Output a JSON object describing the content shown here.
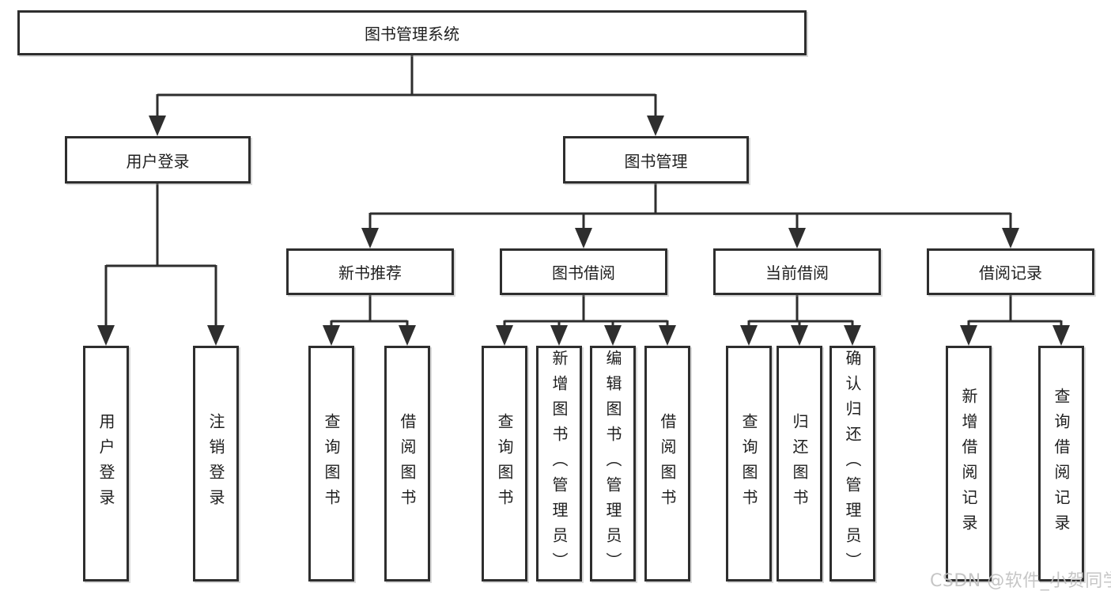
{
  "diagram": {
    "type": "feature-tree",
    "title": "图书管理系统"
  },
  "tree": {
    "root": {
      "label": "图书管理系统",
      "children": [
        {
          "label": "用户登录",
          "children": [
            {
              "label": "用户登录"
            },
            {
              "label": "注销登录"
            }
          ]
        },
        {
          "label": "图书管理",
          "children": [
            {
              "label": "新书推荐",
              "children": [
                {
                  "label": "查询图书"
                },
                {
                  "label": "借阅图书"
                }
              ]
            },
            {
              "label": "图书借阅",
              "children": [
                {
                  "label": "查询图书"
                },
                {
                  "label": "新增图书（管理员）"
                },
                {
                  "label": "编辑图书（管理员）"
                },
                {
                  "label": "借阅图书"
                }
              ]
            },
            {
              "label": "当前借阅",
              "children": [
                {
                  "label": "查询图书"
                },
                {
                  "label": "归还图书"
                },
                {
                  "label": "确认归还（管理员）"
                }
              ]
            },
            {
              "label": "借阅记录",
              "children": [
                {
                  "label": "新增借阅记录"
                },
                {
                  "label": "查询借阅记录"
                }
              ]
            }
          ]
        }
      ]
    }
  },
  "watermark": {
    "text": "CSDN @软件_小贺同学"
  },
  "colors": {
    "background": "#ffffff",
    "box_border": "#2e2e2e",
    "connector": "#2e2e2e",
    "text": "#1f1f1f",
    "watermark": "#c1c1c1"
  }
}
